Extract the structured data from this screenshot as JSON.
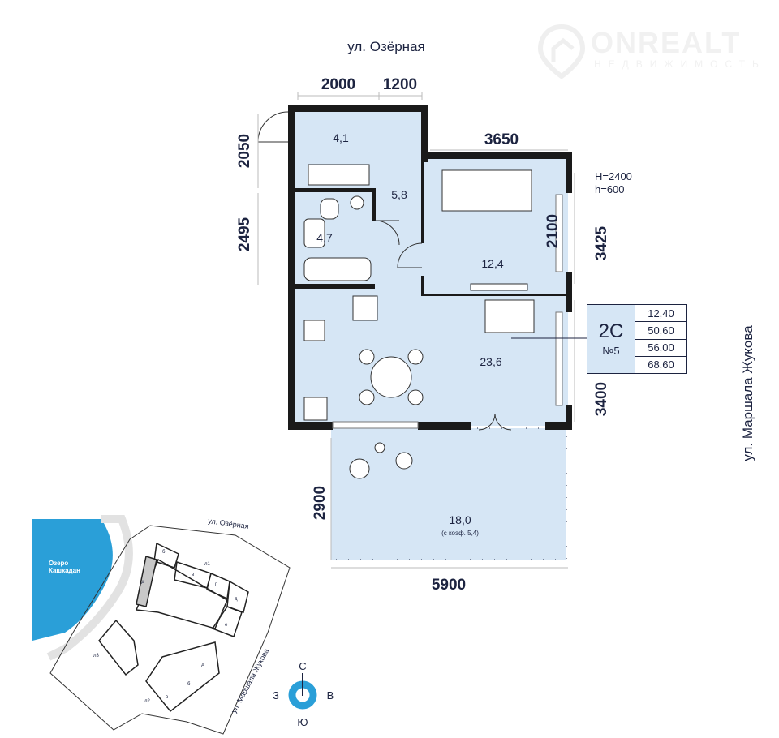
{
  "logo": {
    "brand": "ONREALT",
    "subtitle": "НЕДВИЖИМОСТЬ"
  },
  "streets": {
    "top": "ул. Озёрная",
    "right": "ул. Маршала Жукова"
  },
  "dimensions": {
    "top_left": "2000",
    "top_right": "1200",
    "bedroom_top": "3650",
    "left_upper": "2050",
    "left_lower": "2495",
    "bedroom_inner": "2100",
    "right_upper": "3425",
    "right_lower": "3400",
    "terrace_side": "2900",
    "terrace_bottom": "5900"
  },
  "window_note": {
    "h_upper": "H=2400",
    "h_lower": "h=600"
  },
  "rooms": [
    {
      "name": "hall",
      "area": "4,1"
    },
    {
      "name": "corridor",
      "area": "5,8"
    },
    {
      "name": "bathroom",
      "area": "4,7"
    },
    {
      "name": "bedroom",
      "area": "12,4"
    },
    {
      "name": "living-kitchen",
      "area": "23,6"
    },
    {
      "name": "terrace",
      "area": "18,0",
      "note": "(с коэф. 5,4)"
    }
  ],
  "apartment": {
    "type": "2С",
    "number": "№5",
    "areas": [
      "12,40",
      "50,60",
      "56,00",
      "68,60"
    ]
  },
  "site_plan": {
    "street_top": "ул. Озёрная",
    "street_right": "ул. Маршала Жукова",
    "lake": [
      "Озеро",
      "Кашкадан"
    ],
    "labels": [
      "б",
      "л1",
      "в",
      "г",
      "д",
      "е",
      "А",
      "л3",
      "л2",
      "А",
      "б",
      "в"
    ]
  },
  "compass": {
    "north": "С",
    "west": "З",
    "east": "В",
    "south": "Ю"
  },
  "colors": {
    "room_fill": "#d6e6f5",
    "wall": "#1a1a1a",
    "text": "#1c2340",
    "lake": "#2a9fd8",
    "highlight": "#c8c8c8"
  }
}
